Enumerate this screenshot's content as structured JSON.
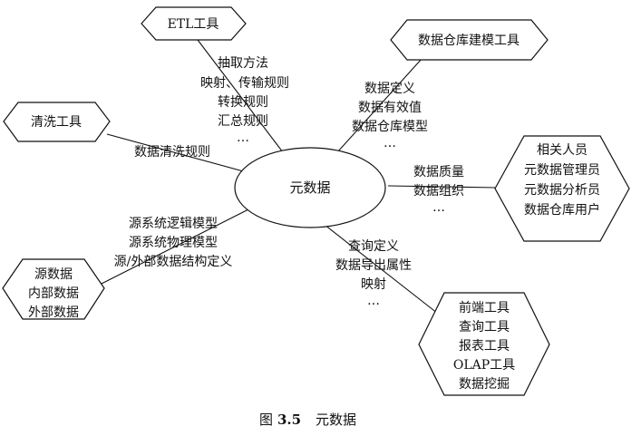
{
  "center": {
    "label": "元数据"
  },
  "nodes": {
    "etl": {
      "label": "ETL工具"
    },
    "dw_modeling": {
      "label": "数据仓库建模工具"
    },
    "cleaning": {
      "label": "清洗工具"
    },
    "people": {
      "lines": [
        "相关人员",
        "元数据管理员",
        "元数据分析员",
        "数据仓库用户"
      ]
    },
    "sources": {
      "lines": [
        "源数据",
        "内部数据",
        "外部数据"
      ]
    },
    "frontend": {
      "lines": [
        "前端工具",
        "查询工具",
        "报表工具",
        "OLAP工具",
        "数据挖掘"
      ]
    }
  },
  "edge_labels": {
    "etl": [
      "抽取方法",
      "映射、传输规则",
      "转换规则",
      "汇总规则",
      "…"
    ],
    "dw_modeling": [
      "数据定义",
      "数据有效值",
      "数据仓库模型",
      "…"
    ],
    "cleaning": [
      "数据清洗规则"
    ],
    "people": [
      "数据质量",
      "数据组织",
      "…"
    ],
    "sources": [
      "源系统逻辑模型",
      "源系统物理模型",
      "源/外部数据结构定义"
    ],
    "frontend": [
      "查询定义",
      "数据导出属性",
      "映射",
      "…"
    ]
  },
  "caption": {
    "prefix": "图",
    "number": "3.5",
    "title": "元数据"
  }
}
